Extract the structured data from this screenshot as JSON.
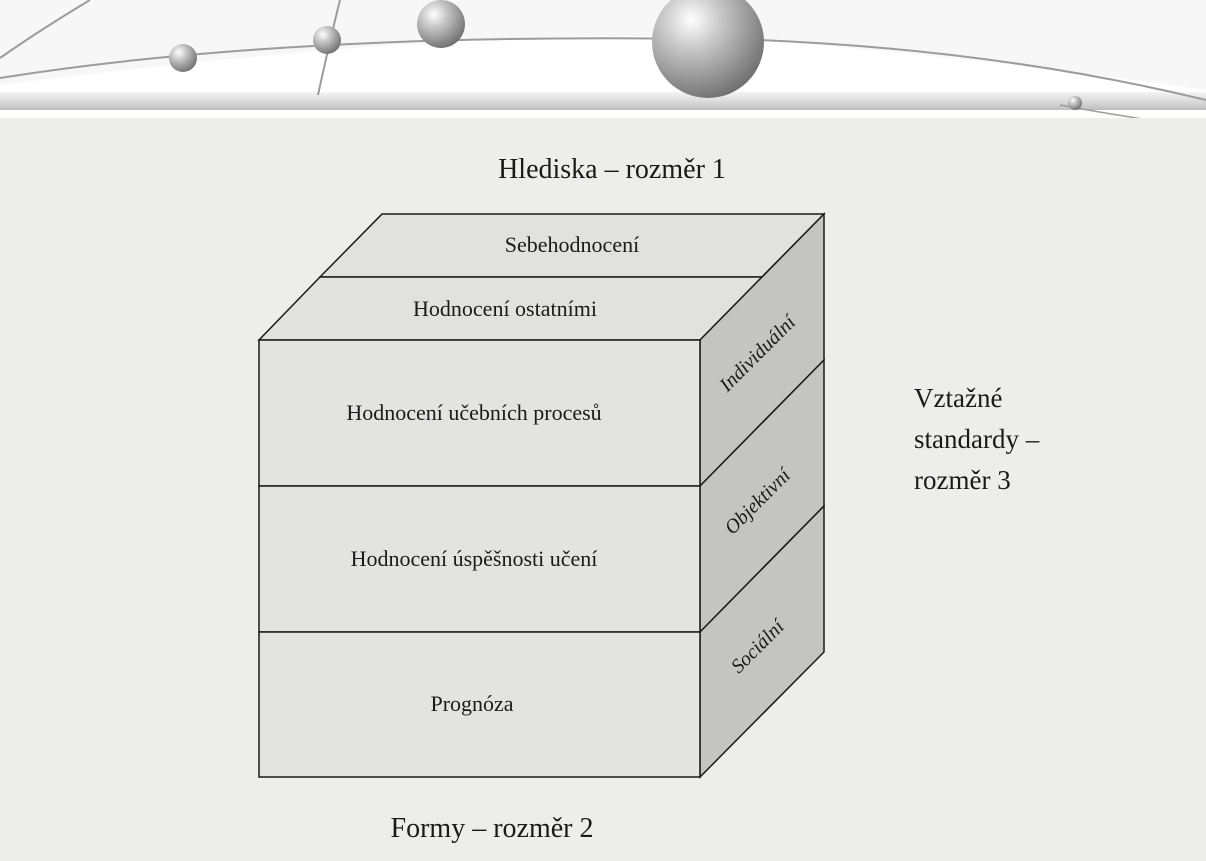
{
  "diagram": {
    "dimension_1_label": "Hlediska – rozměr 1",
    "dimension_2_label": "Formy – rozměr 2",
    "dimension_3_label_lines": [
      "Vztažné",
      "standardy –",
      "rozměr 3"
    ],
    "top_layers": [
      "Sebehodnocení",
      "Hodnocení ostatními"
    ],
    "front_layers": [
      "Hodnocení učebních procesů",
      "Hodnocení úspěšnosti učení",
      "Prognóza"
    ],
    "side_layers": [
      "Individuální",
      "Objektivní",
      "Sociální"
    ]
  },
  "colors": {
    "panel_background": "#edeeec",
    "cube_front": "#e3e4e2",
    "cube_top": "#e1e2e0",
    "cube_side": "#c4c5c3",
    "outline": "#1a1a1a"
  }
}
